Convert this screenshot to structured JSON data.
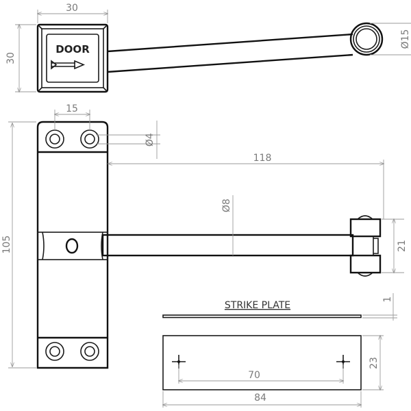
{
  "top_view": {
    "button_label": "DOOR",
    "width_dim": "30",
    "height_dim": "30",
    "roller_diameter_dim": "Ø15"
  },
  "front_view": {
    "hole_spacing_dim": "15",
    "hole_diameter_dim": "Ø4",
    "arm_length_dim": "118",
    "arm_diameter_dim": "Ø8",
    "body_height_dim": "105",
    "roller_height_dim": "21"
  },
  "strike_plate": {
    "title": "STRIKE PLATE",
    "thickness_dim": "1",
    "hole_spacing_dim": "70",
    "length_dim": "84",
    "height_dim": "23"
  }
}
